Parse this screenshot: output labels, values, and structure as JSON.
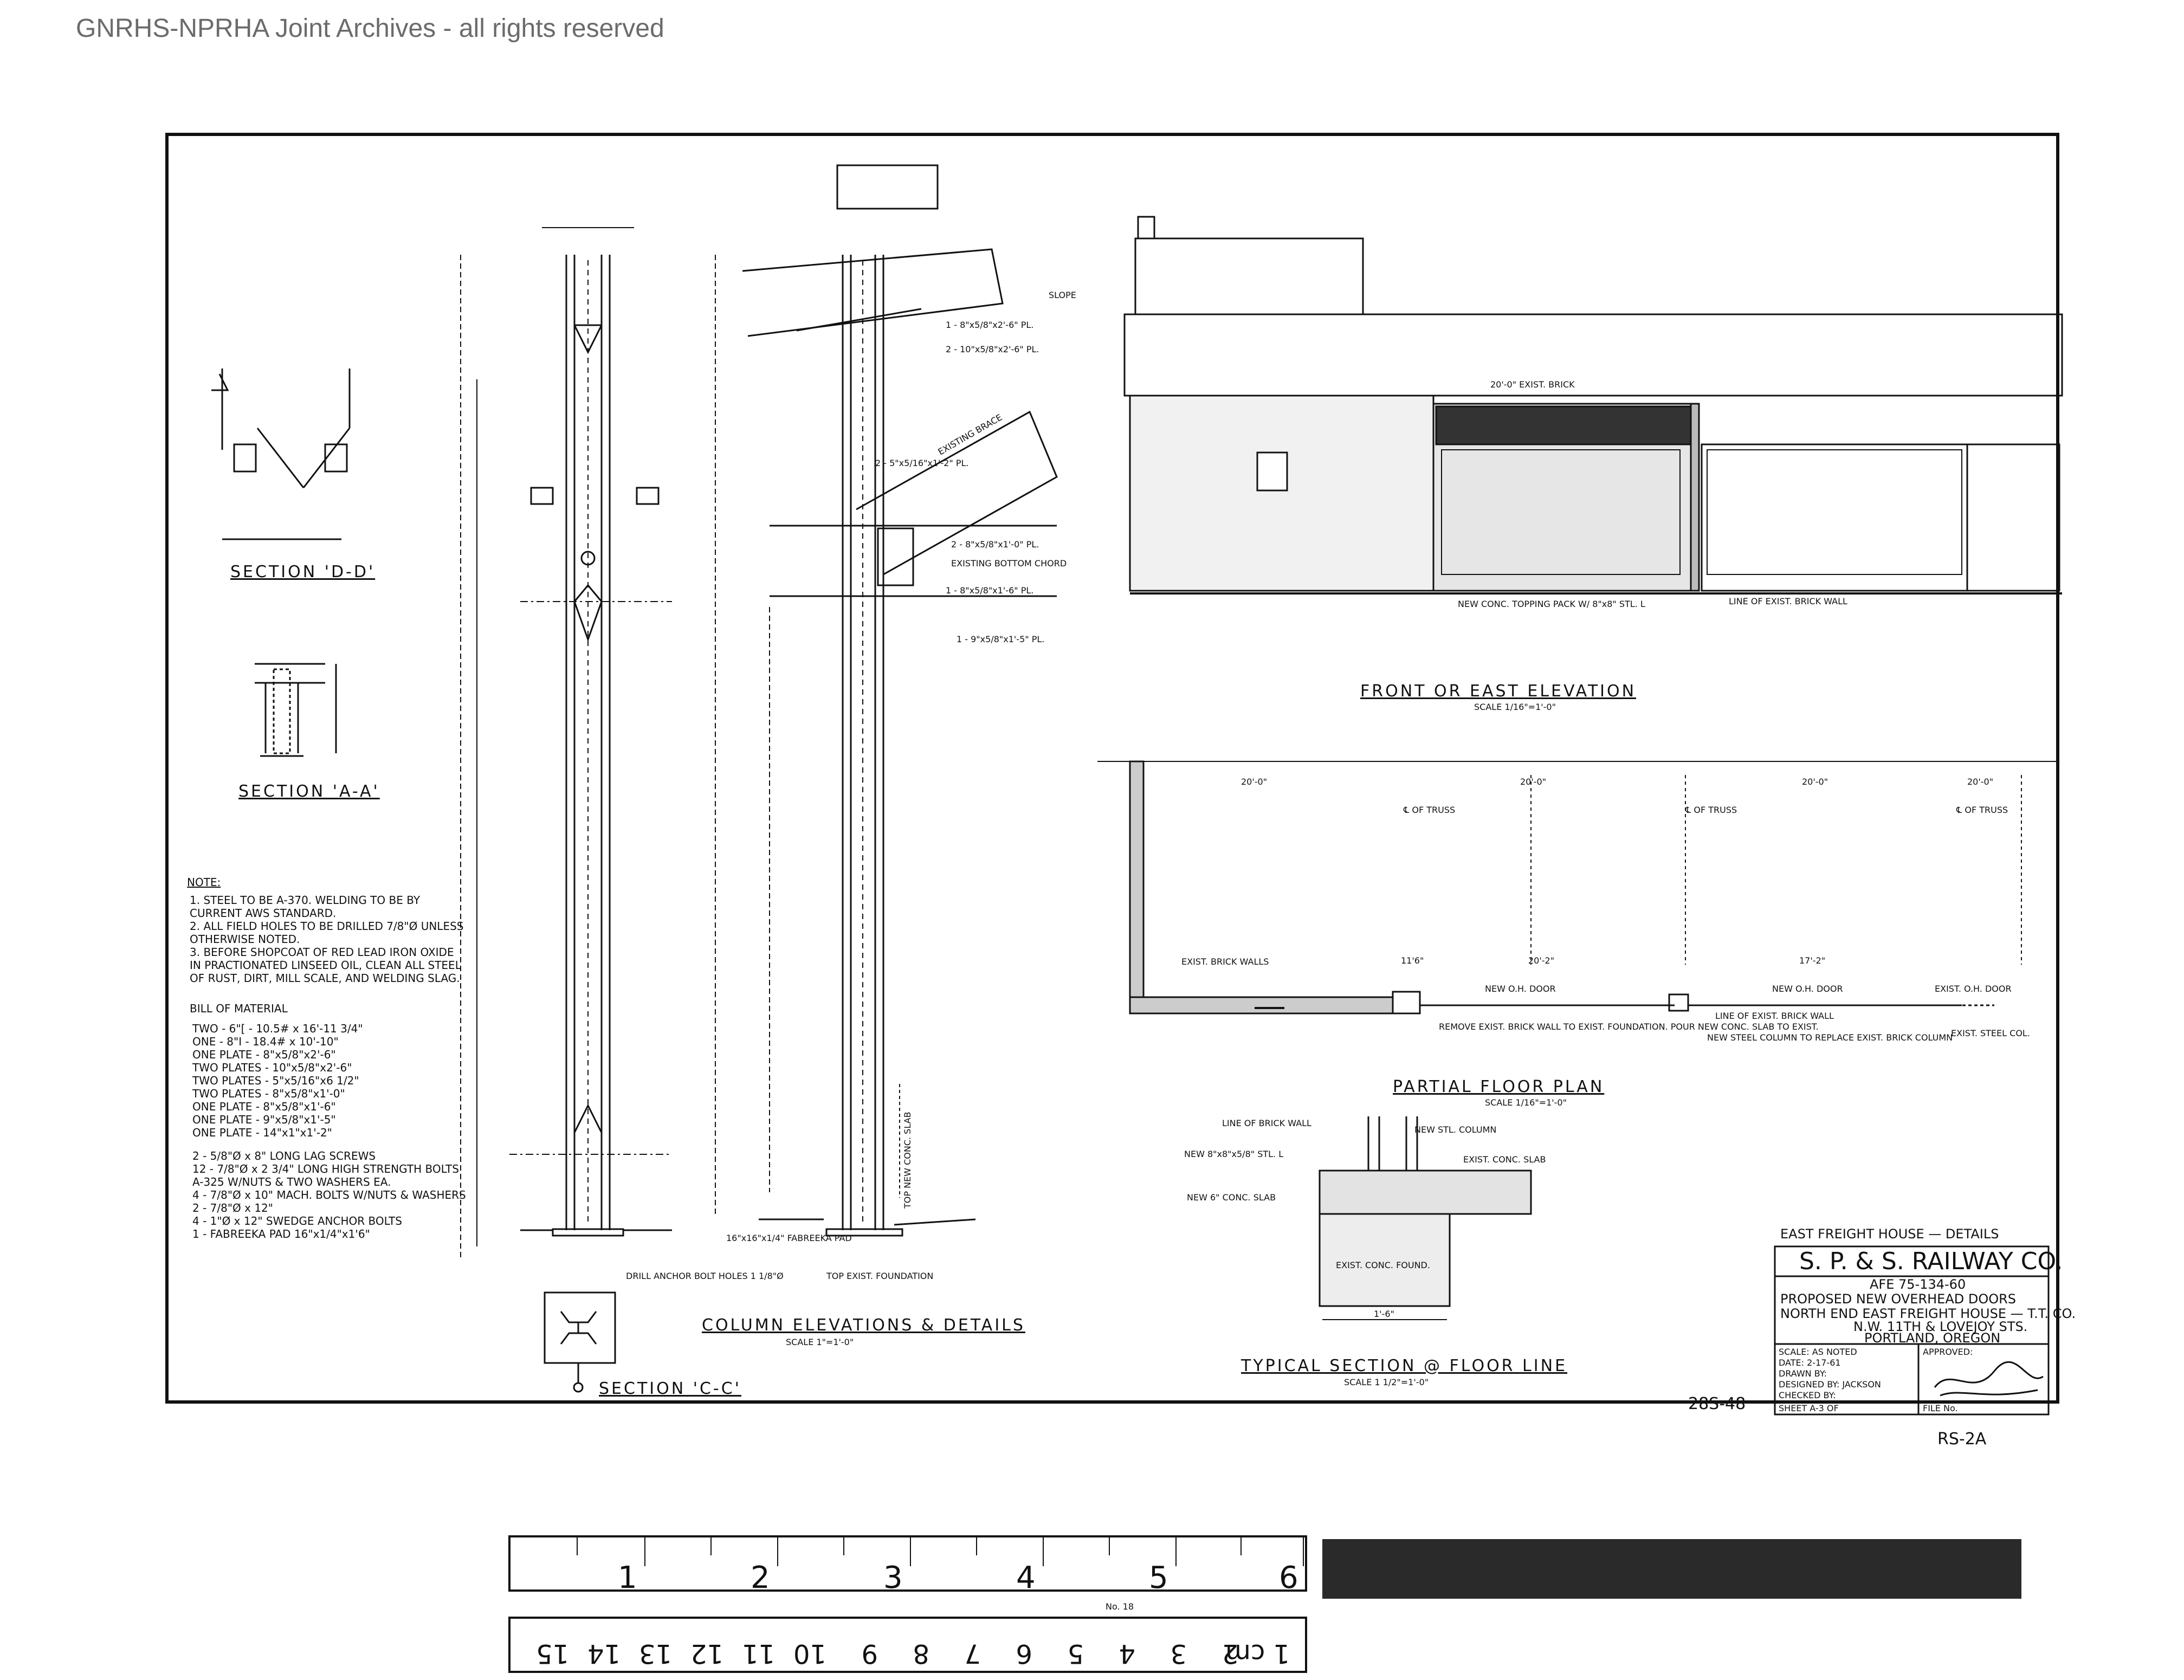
{
  "watermark": "GNRHS-NPRHA Joint Archives - all rights reserved",
  "views": {
    "section_dd": {
      "title": "SECTION 'D-D'"
    },
    "section_aa": {
      "title": "SECTION 'A-A'"
    },
    "section_cc": {
      "title": "SECTION 'C-C'"
    },
    "column_elevations": {
      "title": "COLUMN ELEVATIONS & DETAILS",
      "scale": "SCALE 1\"=1'-0\""
    },
    "front_elevation": {
      "title": "FRONT OR EAST ELEVATION",
      "scale": "SCALE 1/16\"=1'-0\"",
      "label_top": "20'-0\" EXIST. BRICK",
      "label_topping": "NEW CONC. TOPPING PACK W/ 8\"x8\" STL. L",
      "label_wall": "LINE OF EXIST. BRICK WALL"
    },
    "floor_plan": {
      "title": "PARTIAL FLOOR PLAN",
      "scale": "SCALE 1/16\"=1'-0\"",
      "spans": [
        "20'-0\"",
        "20'-0\"",
        "20'-0\"",
        "20'-0\""
      ],
      "truss_labels": [
        "℄ OF TRUSS",
        "℄ OF TRUSS",
        "℄ OF TRUSS"
      ],
      "labels": {
        "brick_walls": "EXIST. BRICK WALLS",
        "new_door_1": "NEW O.H. DOOR",
        "new_door_2": "NEW O.H. DOOR",
        "exist_door": "EXIST. O.H. DOOR",
        "remove_wall": "REMOVE EXIST. BRICK WALL TO EXIST. FOUNDATION. POUR NEW CONC. SLAB TO EXIST.",
        "line_wall": "LINE OF EXIST. BRICK WALL",
        "new_column": "NEW STEEL COLUMN TO REPLACE EXIST. BRICK COLUMN",
        "exist_col": "EXIST. STEEL COL.",
        "dim_a": "20'-2\"",
        "dim_b": "17'-2\"",
        "dim_c": "11'6\""
      }
    },
    "typical_section": {
      "title": "TYPICAL SECTION @ FLOOR LINE",
      "scale": "SCALE 1 1/2\"=1'-0\"",
      "labels": [
        "LINE OF BRICK WALL",
        "NEW STL. COLUMN",
        "NEW 8\"x8\"x5/8\" STL. L",
        "EXIST. CONC. SLAB",
        "NEW 6\" CONC. SLAB",
        "EXIST. CONC. FOUND.",
        "1'-6\""
      ]
    },
    "column_labels": [
      "1 - 8\"x5/8\"x2'-6\" PL.",
      "2 - 10\"x5/8\"x2'-6\" PL.",
      "2 - 5\"x5/16\"x1'-2\" PL.",
      "EXISTING BRACE",
      "2 - 8\"x5/8\"x1'-0\" PL.",
      "EXISTING BOTTOM CHORD",
      "1 - 8\"x5/8\"x1'-6\" PL.",
      "1 - 9\"x5/8\"x1'-5\" PL.",
      "DRILL ANCHOR BOLT HOLES 1 1/8\"Ø",
      "TOP EXIST. FOUNDATION",
      "TOP NEW CONC. SLAB",
      "16\"x16\"x1/4\" FABREEKA PAD",
      "SLOPE"
    ]
  },
  "notes": {
    "heading": "NOTE:",
    "lines": [
      "1. STEEL TO BE A-370. WELDING TO BE BY",
      "   CURRENT AWS STANDARD.",
      "2. ALL FIELD HOLES TO BE DRILLED 7/8\"Ø UNLESS",
      "   OTHERWISE NOTED.",
      "3. BEFORE SHOPCOAT OF RED LEAD IRON OXIDE",
      "   IN PRACTIONATED LINSEED OIL, CLEAN ALL STEEL",
      "   OF RUST, DIRT, MILL SCALE, AND WELDING SLAG."
    ]
  },
  "bill": {
    "heading": "BILL OF MATERIAL",
    "items": [
      "TWO - 6\"[ - 10.5# x 16'-11 3/4\"",
      "ONE - 8\"I - 18.4# x 10'-10\"",
      "ONE PLATE - 8\"x5/8\"x2'-6\"",
      "TWO PLATES - 10\"x5/8\"x2'-6\"",
      "TWO PLATES - 5\"x5/16\"x6 1/2\"",
      "TWO PLATES - 8\"x5/8\"x1'-0\"",
      "ONE PLATE - 8\"x5/8\"x1'-6\"",
      "ONE PLATE - 9\"x5/8\"x1'-5\"",
      "ONE PLATE - 14\"x1\"x1'-2\"",
      "2 - 5/8\"Ø x 8\" LONG LAG SCREWS",
      "12 - 7/8\"Ø x 2 3/4\" LONG HIGH STRENGTH BOLTS",
      "     A-325 W/NUTS & TWO WASHERS EA.",
      "4 - 7/8\"Ø x 10\" MACH. BOLTS W/NUTS & WASHERS",
      "2 - 7/8\"Ø x 12\"",
      "4 - 1\"Ø x 12\" SWEDGE ANCHOR BOLTS",
      "1 - FABREEKA PAD 16\"x1/4\"x1'6\""
    ]
  },
  "title_block": {
    "header": "EAST FREIGHT HOUSE — DETAILS",
    "company": "S. P. & S. RAILWAY CO.",
    "afe": "AFE 75-134-60",
    "line1": "PROPOSED NEW OVERHEAD DOORS",
    "line2": "NORTH END EAST FREIGHT HOUSE — T.T. CO.",
    "line3": "N.W. 11TH & LOVEJOY STS.",
    "line4": "PORTLAND, OREGON",
    "scale": "SCALE: AS NOTED",
    "date": "DATE: 2-17-61",
    "drawn": "DRAWN BY:",
    "designed": "DESIGNED BY: JACKSON",
    "checked": "CHECKED BY:",
    "sheet": "SHEET A-3 OF",
    "approved": "APPROVED:",
    "file_no": "FILE No."
  },
  "sheet_numbers": {
    "a": "28S-48",
    "b": "RS-2A"
  },
  "ruler": {
    "inch_labels": [
      "1",
      "2",
      "3",
      "4",
      "5",
      "6"
    ],
    "cm_labels": [
      "1 cm",
      "2",
      "3",
      "4",
      "5",
      "6",
      "7",
      "8",
      "9",
      "10",
      "11",
      "12",
      "13",
      "14",
      "15"
    ],
    "model": "No. 18"
  },
  "colors": {
    "ink": "#111111",
    "watermark": "#6b6b6b",
    "paper": "#ffffff"
  }
}
